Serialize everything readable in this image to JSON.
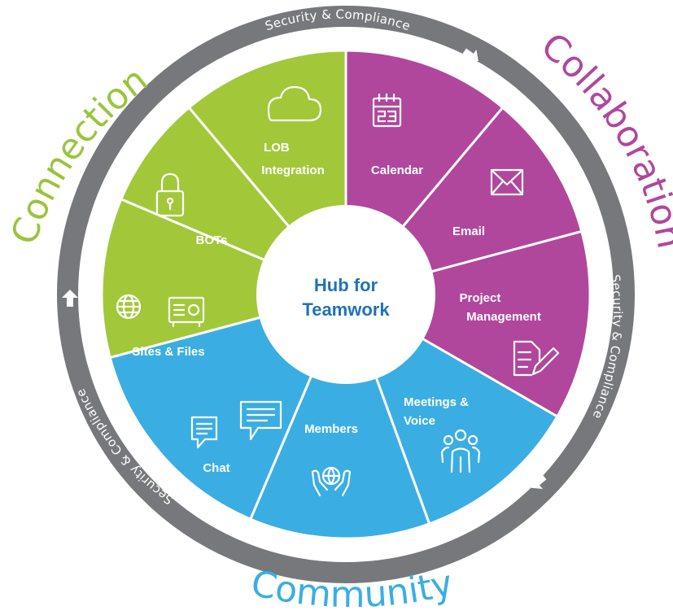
{
  "colors": {
    "ring": "#77787b",
    "green": "#a2c83a",
    "purple": "#b0479d",
    "blue": "#3aaee2",
    "hub_text": "#1f73b7",
    "connection": "#9ac43c",
    "collaboration": "#b0479d",
    "community": "#3aaee2"
  },
  "ring_text": {
    "top": "Security & Compliance",
    "right": "Security & Compliance",
    "left": "Security & Compliance"
  },
  "categories": {
    "connection": "Connection",
    "collaboration": "Collaboration",
    "community": "Community"
  },
  "hub": {
    "line1": "Hub for",
    "line2": "Teamwork"
  },
  "segments": [
    {
      "id": "lob",
      "color": "green",
      "label_lines": [
        "LOB",
        "Integration"
      ],
      "icon": "cloud-icon"
    },
    {
      "id": "calendar",
      "color": "purple",
      "label_lines": [
        "Calendar"
      ],
      "icon": "calendar-icon"
    },
    {
      "id": "email",
      "color": "purple",
      "label_lines": [
        "Email"
      ],
      "icon": "envelope-icon"
    },
    {
      "id": "project",
      "color": "purple",
      "label_lines": [
        "Project",
        "Management"
      ],
      "icon": "document-edit-icon"
    },
    {
      "id": "meetings",
      "color": "blue",
      "label_lines": [
        "Meetings &",
        "Voice"
      ],
      "icon": "people-group-icon"
    },
    {
      "id": "members",
      "color": "blue",
      "label_lines": [
        "Members"
      ],
      "icon": "hands-globe-icon"
    },
    {
      "id": "chat",
      "color": "blue",
      "label_lines": [
        "Chat"
      ],
      "icon": "chat-bubbles-icon"
    },
    {
      "id": "sites",
      "color": "green",
      "label_lines": [
        "Sites & Files"
      ],
      "icon": "globe-safe-icon"
    },
    {
      "id": "bots",
      "color": "green",
      "label_lines": [
        "BOTs"
      ],
      "icon": "lock-icon"
    }
  ]
}
